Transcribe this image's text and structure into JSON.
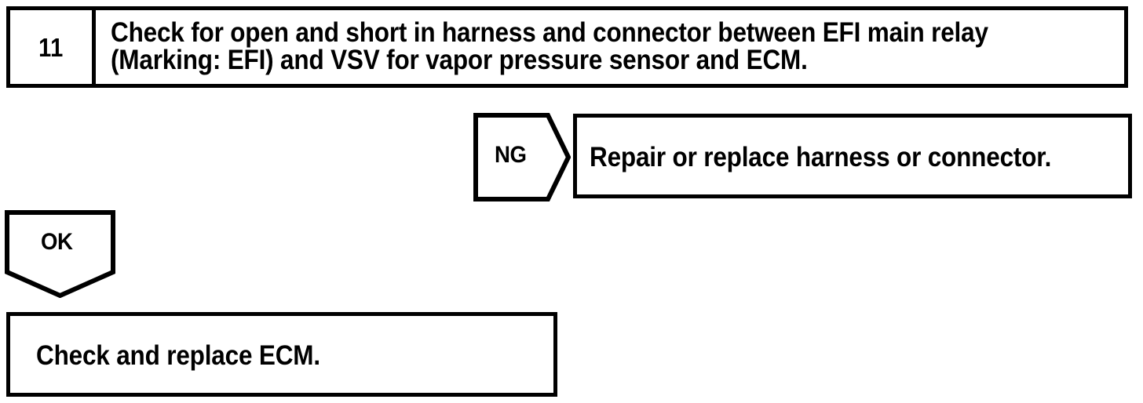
{
  "diagram": {
    "type": "troubleshooting-flowchart",
    "colors": {
      "line": "#000000",
      "fill": "#ffffff",
      "text": "#000000"
    },
    "step": {
      "number": "11",
      "instruction": "Check for open and short in harness and connector between EFI main relay\n(Marking: EFI) and VSV for vapor pressure sensor and ECM.",
      "instruction_line1": "Check for open and short in harness and connector between EFI main relay",
      "instruction_line2": "(Marking: EFI) and VSV for vapor pressure sensor and ECM."
    },
    "branches": {
      "ng": {
        "label": "NG",
        "action": "Repair or replace harness or connector."
      },
      "ok": {
        "label": "OK",
        "action": "Check and replace ECM."
      }
    }
  }
}
